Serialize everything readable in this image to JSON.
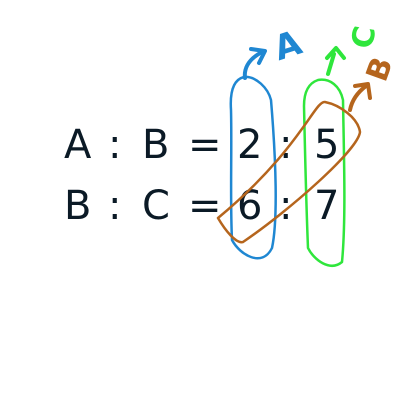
{
  "equations": {
    "row1": {
      "left_a": "A",
      "colon1": ":",
      "left_b": "B",
      "equals": "=",
      "num1": "2",
      "colon2": ":",
      "num2": "5"
    },
    "row2": {
      "left_a": "B",
      "colon1": ":",
      "left_b": "C",
      "equals": "=",
      "num1": "6",
      "colon2": ":",
      "num2": "7"
    }
  },
  "annotations": {
    "blue_label": "A",
    "green_label": "C",
    "brown_label": "B"
  },
  "colors": {
    "text": "#0b1a26",
    "blue": "#1f87d2",
    "green": "#2fe63c",
    "brown": "#b5651d"
  }
}
